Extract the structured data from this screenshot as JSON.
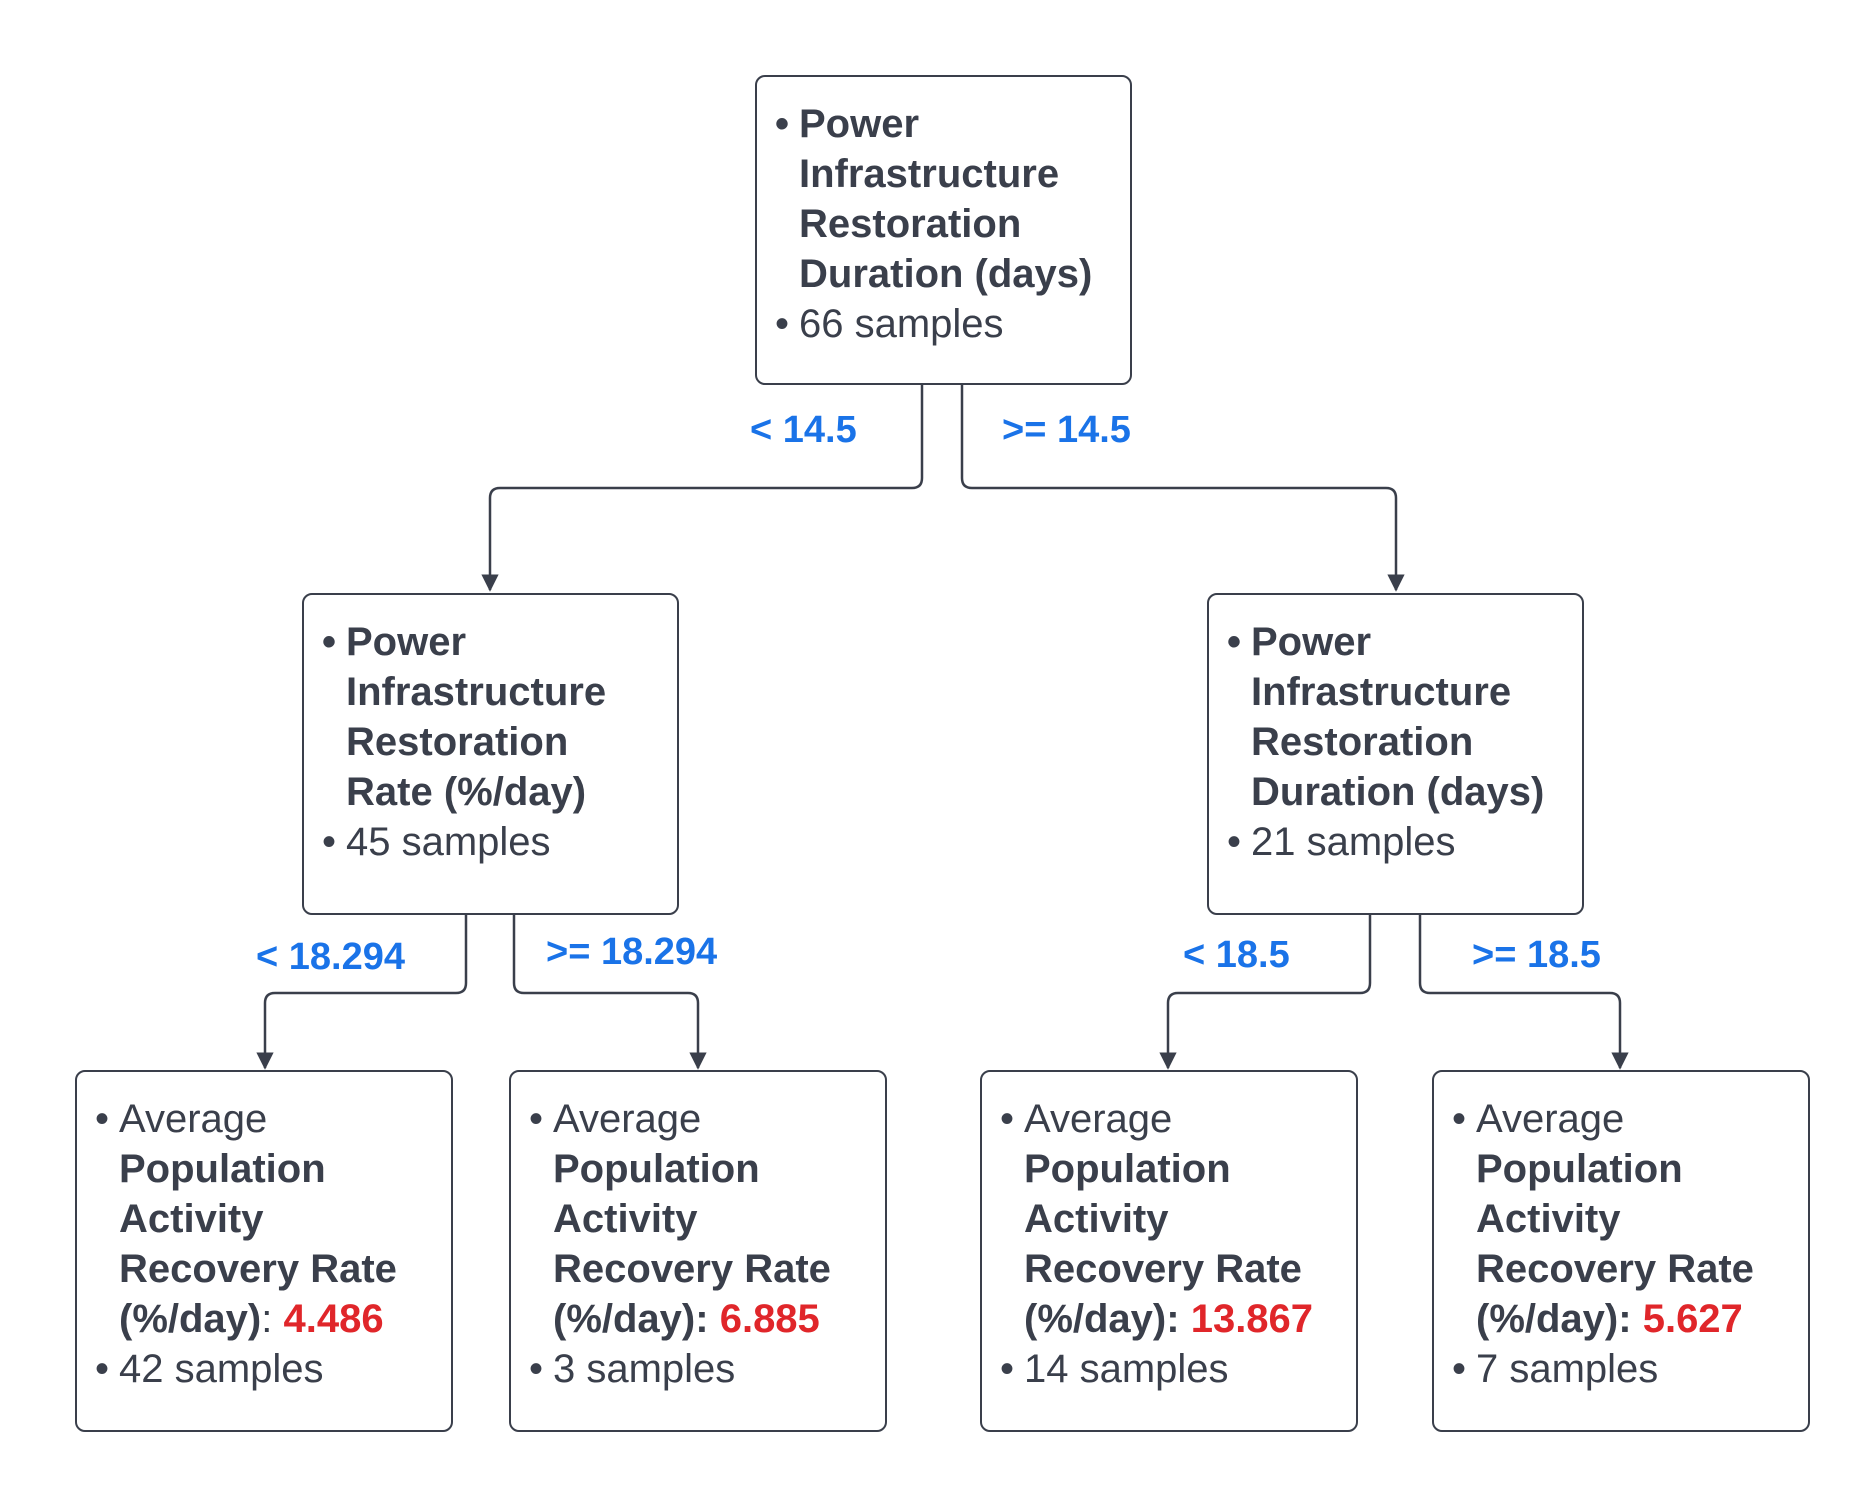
{
  "colors": {
    "box_border": "#3a3f4b",
    "text": "#3a3f4b",
    "edge_label": "#1a73e8",
    "value": "#e0262a"
  },
  "root": {
    "feature": "Power Infrastructure Restoration Duration (days)",
    "samples": "66 samples"
  },
  "left": {
    "feature": "Power Infrastructure Restoration Rate (%/day)",
    "samples": "45 samples"
  },
  "right": {
    "feature": "Power Infrastructure Restoration Duration (days)",
    "samples": "21 samples"
  },
  "edges": {
    "root_left": "< 14.5",
    "root_right": ">= 14.5",
    "left_left": "< 18.294",
    "left_right": ">= 18.294",
    "right_left": "< 18.5",
    "right_right": ">= 18.5"
  },
  "leaf_text": {
    "average": "Average",
    "label": "Population Activity Recovery Rate (%/day)"
  },
  "leaves": [
    {
      "value": "4.486",
      "samples": "42 samples"
    },
    {
      "value": "6.885",
      "samples": "3 samples"
    },
    {
      "value": "13.867",
      "samples": "14 samples"
    },
    {
      "value": "5.627",
      "samples": "7 samples"
    }
  ]
}
